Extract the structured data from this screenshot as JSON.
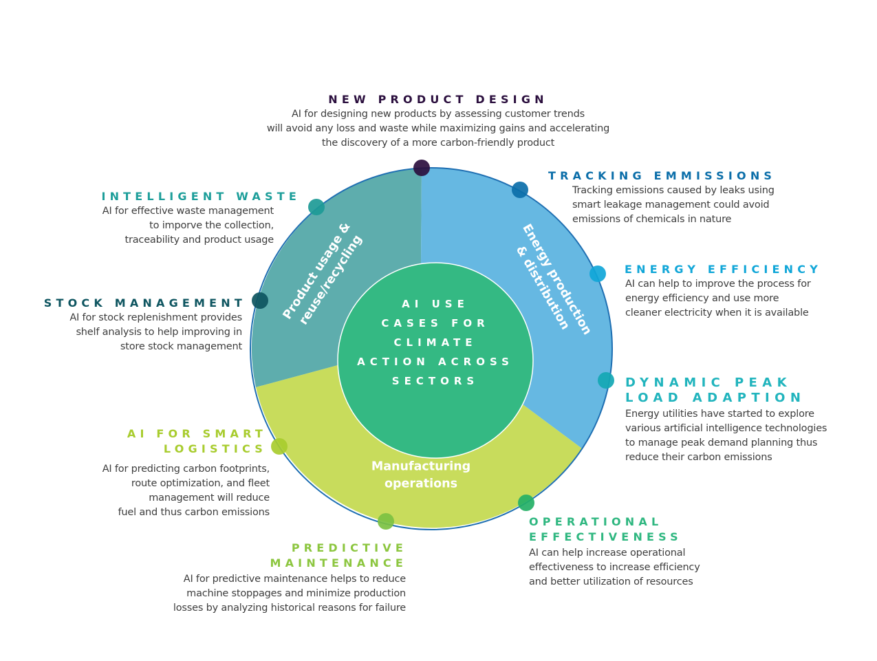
{
  "center_label": [
    "AI USE",
    "CASES FOR",
    "CLIMATE",
    "ACTION ACROSS",
    "SECTORS"
  ],
  "sectors": [
    {
      "id": "product-usage",
      "label": [
        "Product usage &",
        "reuse/recycling"
      ],
      "color": "#5eadad"
    },
    {
      "id": "energy",
      "label": [
        "Energy production",
        "& distribution"
      ],
      "color": "#66b8e2"
    },
    {
      "id": "manufacturing",
      "label": [
        "Manufacturing",
        "operations"
      ],
      "color": "#c8dc5c"
    }
  ],
  "colors": {
    "ring_outline": "#1f6fb2",
    "center_fill": "#34b983",
    "text_body": "#3d3d3d"
  },
  "use_cases": [
    {
      "id": "new-product-design",
      "title": [
        "NEW PRODUCT DESIGN"
      ],
      "color": "#2b0f3e",
      "description": [
        "AI for designing new products by assessing customer trends",
        "will avoid any loss and waste while maximizing gains and accelerating",
        "the discovery of a more carbon-friendly product"
      ]
    },
    {
      "id": "tracking-emissions",
      "title": [
        "TRACKING EMMISSIONS"
      ],
      "color": "#0b6ea9",
      "description": [
        "Tracking emissions caused by leaks using",
        "smart leakage management could avoid",
        "emissions of chemicals in nature"
      ]
    },
    {
      "id": "energy-efficiency",
      "title": [
        "ENERGY EFFICIENCY"
      ],
      "color": "#10a6d8",
      "description": [
        "AI can help to improve the process for",
        "energy efficiency and use more",
        "cleaner electricity when it is available"
      ]
    },
    {
      "id": "dynamic-peak-load",
      "title": [
        "DYNAMIC PEAK",
        "LOAD ADAPTION"
      ],
      "color": "#21b4bd",
      "description": [
        "Energy utilities have started to explore",
        "various artificial intelligence technologies",
        "to manage peak demand planning thus",
        "reduce their carbon emissions"
      ]
    },
    {
      "id": "operational-effectiveness",
      "title": [
        "OPERATIONAL",
        "EFFECTIVENESS"
      ],
      "color": "#2fb780",
      "description": [
        "AI can help increase operational",
        "effectiveness to increase efficiency",
        "and better utilization of resources"
      ]
    },
    {
      "id": "predictive-maintenance",
      "title": [
        "PREDICTIVE",
        "MAINTENANCE"
      ],
      "color": "#8cc63f",
      "description": [
        "AI for predictive maintenance helps to reduce",
        "machine stoppages and minimize production",
        "losses by analyzing historical reasons for failure"
      ]
    },
    {
      "id": "smart-logistics",
      "title": [
        "AI FOR SMART",
        "LOGISTICS"
      ],
      "color": "#a8cc2e",
      "description": [
        "AI for predicting carbon footprints,",
        "route optimization, and fleet",
        "management will reduce",
        "fuel and thus carbon emissions"
      ]
    },
    {
      "id": "stock-management",
      "title": [
        "STOCK MANAGEMENT"
      ],
      "color": "#0e5560",
      "description": [
        "AI for stock replenishment provides",
        "shelf analysis to help improving in",
        "store stock management"
      ]
    },
    {
      "id": "intelligent-waste",
      "title": [
        "INTELLIGENT WASTE"
      ],
      "color": "#1d9e9a",
      "description": [
        "AI for effective waste management",
        "to imporve the collection,",
        "traceability and product usage"
      ]
    }
  ],
  "markers": [
    {
      "use_case": "new-product-design",
      "color": "#2b0f3e"
    },
    {
      "use_case": "tracking-emissions",
      "color": "#0b6ea9"
    },
    {
      "use_case": "energy-efficiency",
      "color": "#10a6d8"
    },
    {
      "use_case": "dynamic-peak-load",
      "color": "#14a7b4"
    },
    {
      "use_case": "operational-effectiveness",
      "color": "#24b066"
    },
    {
      "use_case": "predictive-maintenance",
      "color": "#7cc142"
    },
    {
      "use_case": "smart-logistics",
      "color": "#a8cc2e"
    },
    {
      "use_case": "stock-management",
      "color": "#0e5560"
    },
    {
      "use_case": "intelligent-waste",
      "color": "#1d9a96"
    }
  ]
}
